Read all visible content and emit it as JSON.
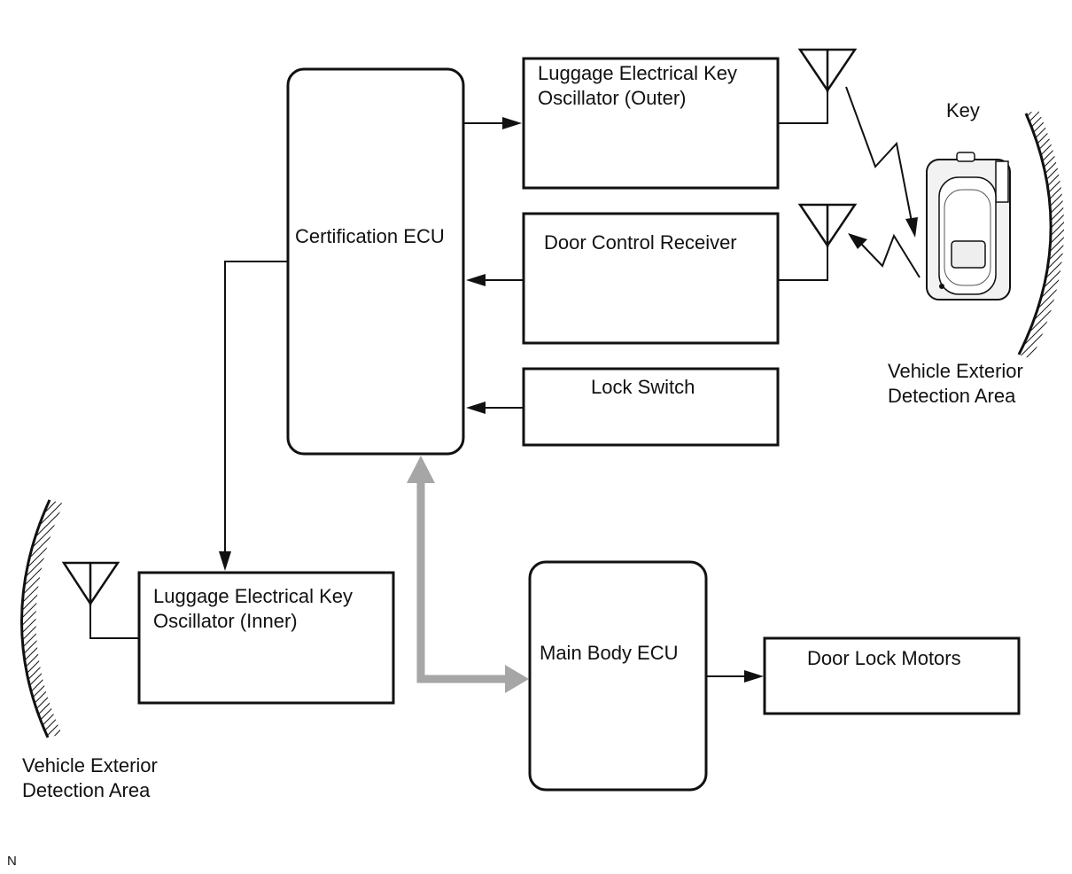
{
  "labels": {
    "cert_ecu": "Certification ECU",
    "outer_osc_line1": "Luggage Electrical Key",
    "outer_osc_line2": "Oscillator (Outer)",
    "door_receiver": "Door Control Receiver",
    "lock_switch": "Lock Switch",
    "inner_osc_line1": "Luggage Electrical Key",
    "inner_osc_line2": "Oscillator (Inner)",
    "main_body_ecu": "Main Body ECU",
    "door_lock_motors": "Door Lock Motors",
    "key": "Key",
    "detect_right_line1": "Vehicle Exterior",
    "detect_right_line2": "Detection Area",
    "detect_left_line1": "Vehicle Exterior",
    "detect_left_line2": "Detection Area",
    "corner_mark": "N"
  },
  "icons": {
    "antenna": "antenna-icon",
    "key_fob": "key-fob-icon",
    "radio_signal": "radio-signal-icon",
    "detection_boundary": "detection-area-boundary"
  },
  "colors": {
    "line": "#111111",
    "bus_line": "#a6a6a6",
    "background": "#ffffff"
  }
}
